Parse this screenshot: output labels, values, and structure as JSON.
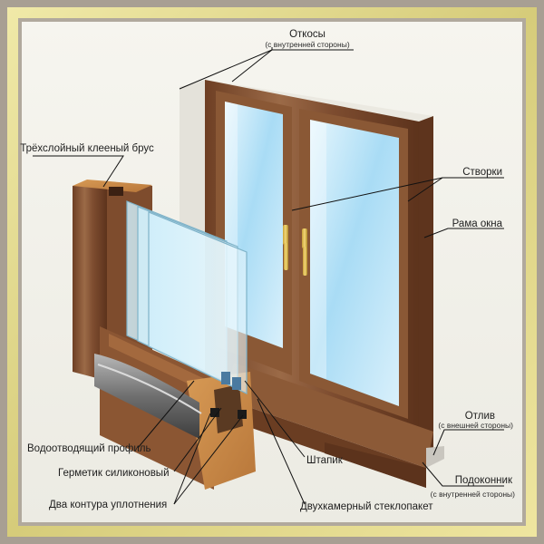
{
  "labels": {
    "otkosy": "Откосы",
    "otkosy_note": "(с внутренней стороны)",
    "brus": "Трёхслойный клееный брус",
    "stvorki": "Створки",
    "rama": "Рама окна",
    "otliv": "Отлив",
    "otliv_note": "(с внешней стороны)",
    "podokonnik": "Подоконник",
    "podokonnik_note": "(с внутренней стороны)",
    "vodootvod": "Водоотводящий профиль",
    "germetik": "Герметик силиконовый",
    "uplotnenie": "Два контура уплотнения",
    "shtapik": "Штапик",
    "steklopaket": "Двухкамерный стеклопакет"
  },
  "colors": {
    "frame_outer": "#a89f93",
    "frame_gold": "#d8cf88",
    "background": "#f3f1ea",
    "wood": "#7a4a2e",
    "glass": "#bfe3f7"
  }
}
